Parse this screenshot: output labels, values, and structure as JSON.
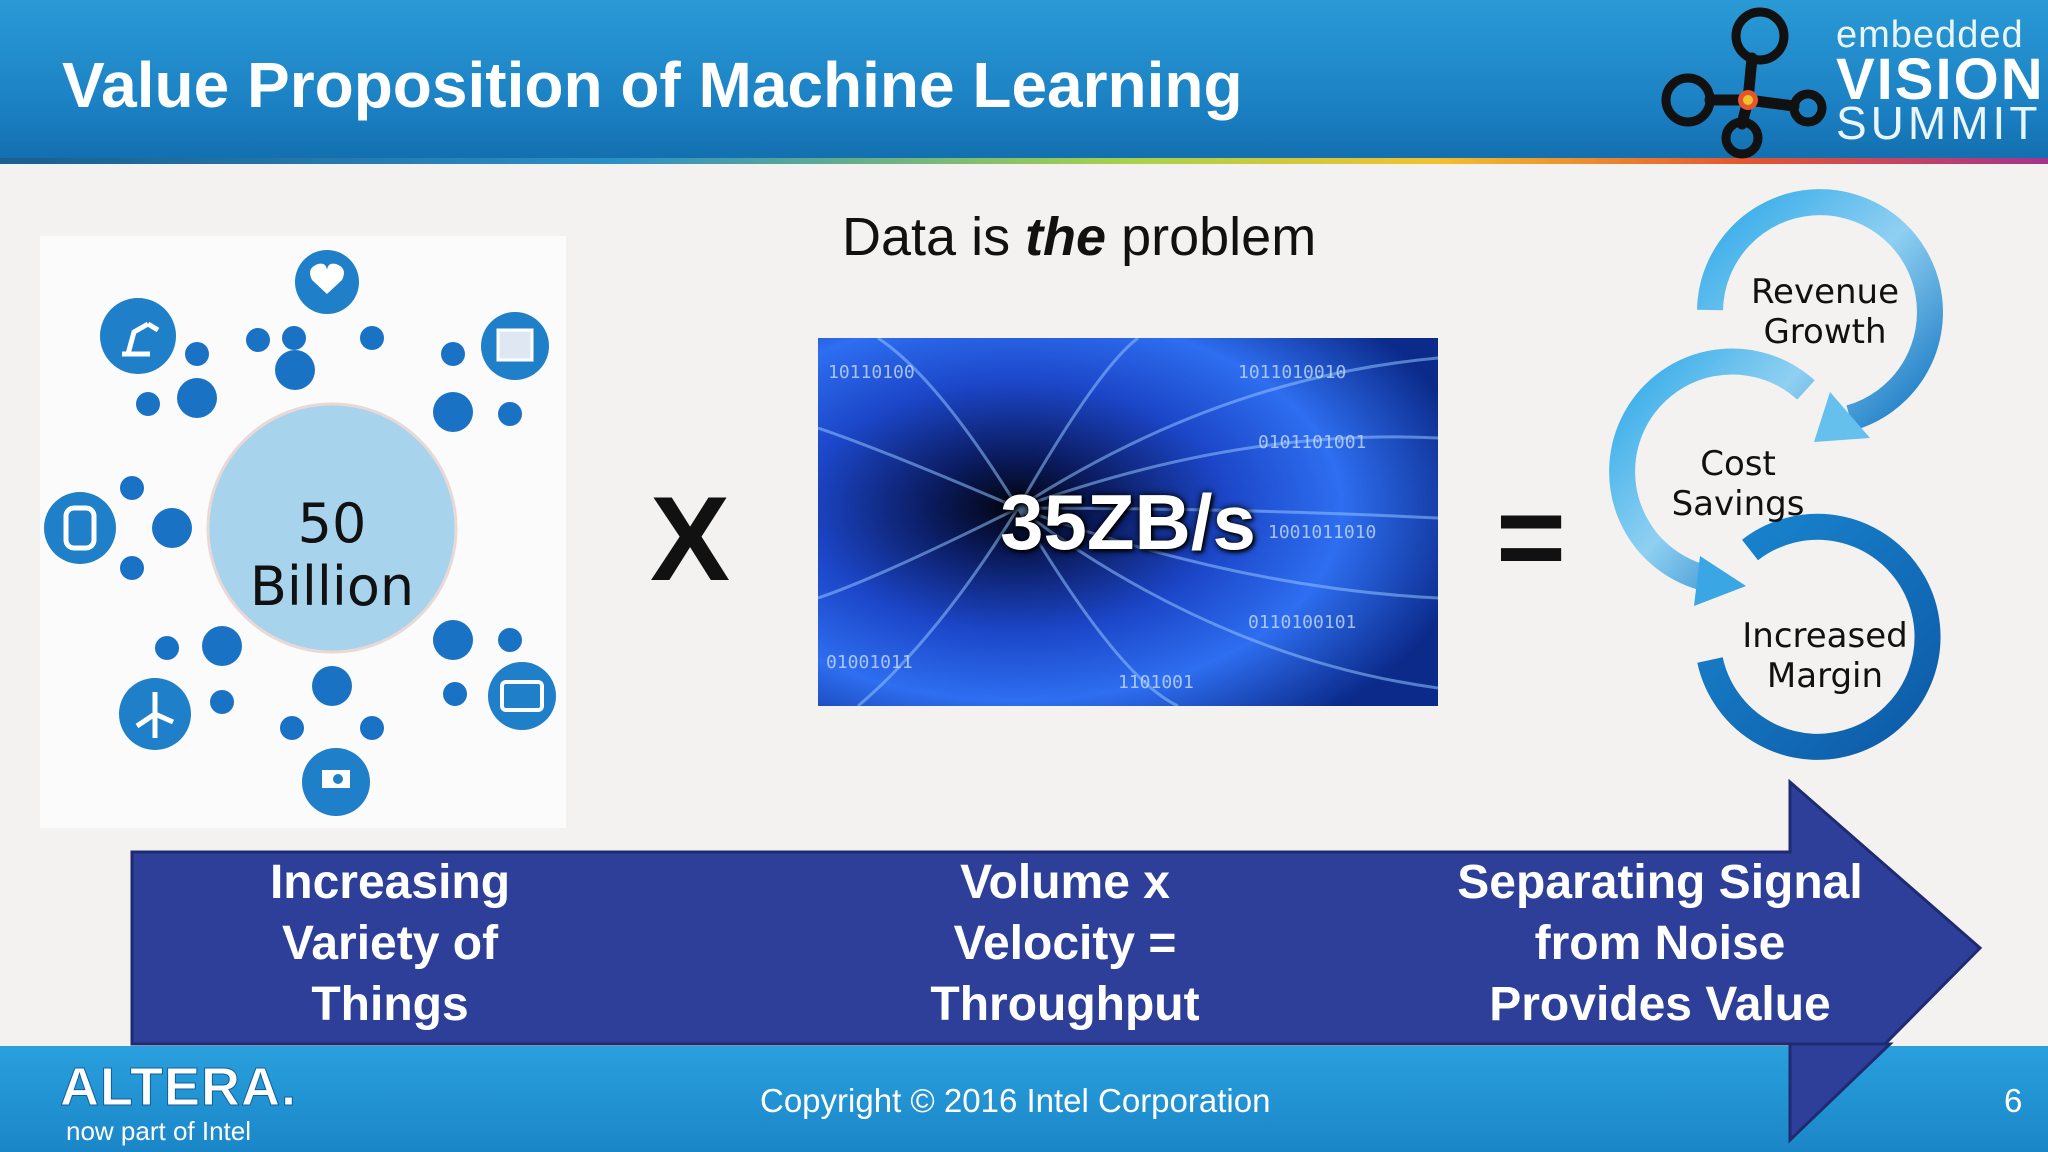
{
  "header": {
    "title": "Value Proposition of Machine Learning"
  },
  "logo": {
    "line1": "embedded",
    "line2": "VISION",
    "line3": "SUMMIT"
  },
  "subtitle": {
    "before": "Data is ",
    "emph": "the",
    "after": " problem"
  },
  "iot": {
    "center_label": "50 Billion"
  },
  "operators": {
    "multiply": "X",
    "equals": "="
  },
  "tunnel": {
    "label": "35ZB/s"
  },
  "cycle": {
    "revenue": [
      "Revenue",
      "Growth"
    ],
    "cost": [
      "Cost",
      "Savings"
    ],
    "margin": [
      "Increased",
      "Margin"
    ]
  },
  "band": {
    "left": [
      "Increasing",
      "Variety of",
      "Things"
    ],
    "middle": [
      "Volume x",
      "Velocity =",
      "Throughput"
    ],
    "right": [
      "Separating Signal",
      "from Noise",
      "Provides Value"
    ]
  },
  "footer": {
    "brand": "ALTERA.",
    "brand_sub": "now part of Intel",
    "copyright": "Copyright © 2016 Intel Corporation",
    "page": "6"
  },
  "colors": {
    "header": "#1a7fc2",
    "band": "#2e3f9a",
    "dot": "#1a72c4",
    "circle": "#a8d3ec"
  }
}
